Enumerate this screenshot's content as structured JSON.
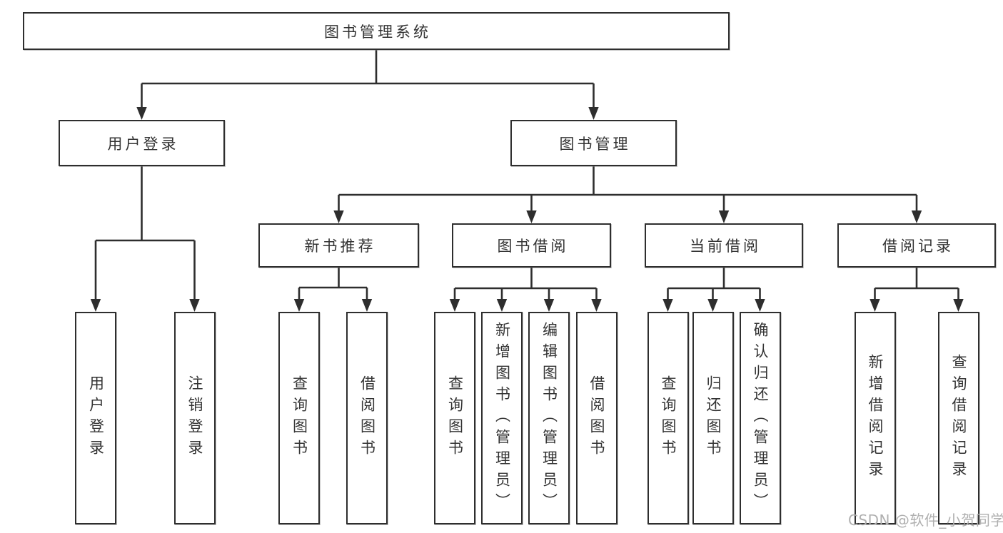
{
  "diagram": {
    "root": "图书管理系统",
    "children": [
      {
        "label": "用户登录",
        "children": [
          "用户登录",
          "注销登录"
        ]
      },
      {
        "label": "图书管理",
        "children": [
          {
            "label": "新书推荐",
            "children": [
              "查询图书",
              "借阅图书"
            ]
          },
          {
            "label": "图书借阅",
            "children": [
              "查询图书",
              "新增图书（管理员）",
              "编辑图书（管理员）",
              "借阅图书"
            ]
          },
          {
            "label": "当前借阅",
            "children": [
              "查询图书",
              "归还图书",
              "确认归还（管理员）"
            ]
          },
          {
            "label": "借阅记录",
            "children": [
              "新增借阅记录",
              "查询借阅记录"
            ]
          }
        ]
      }
    ]
  },
  "watermark": {
    "text": "CSDN @软件_小贺同学"
  },
  "colors": {
    "line": "#2e2e2e",
    "border": "#2e2e2e",
    "text": "#333333",
    "watermark_text": "#b0b0b0",
    "background": "#ffffff"
  }
}
